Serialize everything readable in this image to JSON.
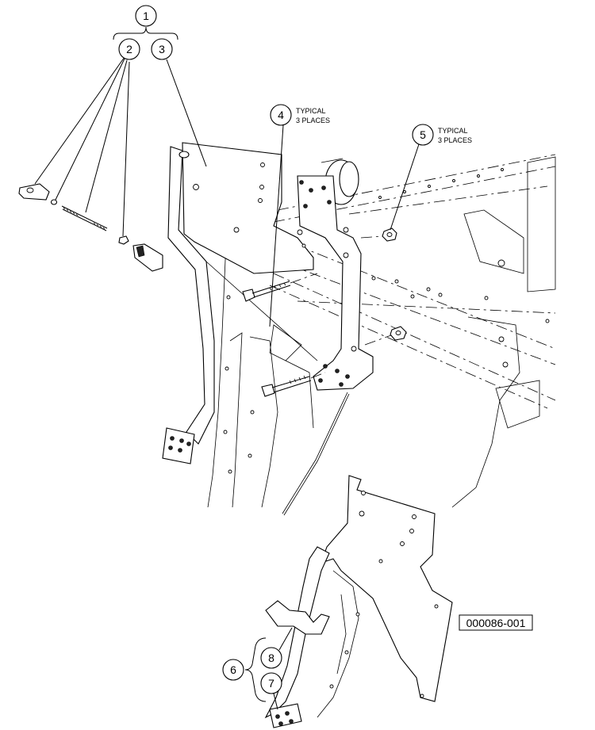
{
  "callouts": {
    "c1": "1",
    "c2": "2",
    "c3": "3",
    "c4": "4",
    "c5": "5",
    "c6": "6",
    "c7": "7",
    "c8": "8"
  },
  "notes": {
    "typical_4_line1": "TYPICAL",
    "typical_4_line2": "3 PLACES",
    "typical_5_line1": "TYPICAL",
    "typical_5_line2": "3 PLACES"
  },
  "drawing_number": "000086-001"
}
